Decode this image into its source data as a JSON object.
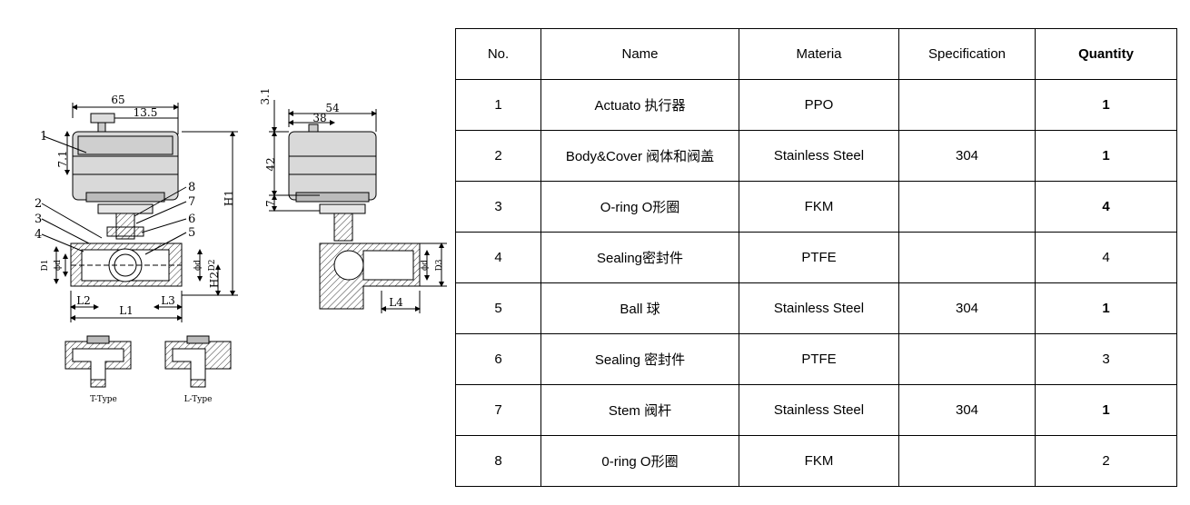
{
  "drawing": {
    "dims": {
      "left_width": "65",
      "left_offset": "13.5",
      "actuator_height": "7.1",
      "h1": "H1",
      "h2": "H2",
      "d1": "D1",
      "d2": "D2",
      "phi_d": "ϕd",
      "l1": "L1",
      "l2": "L2",
      "l3": "L3",
      "right_width": "54",
      "right_offset": "38",
      "top_gap": "3.1",
      "body_height": "42",
      "neck": "7",
      "d3": "D3",
      "l4": "L4"
    },
    "callouts": [
      "1",
      "2",
      "3",
      "4",
      "5",
      "6",
      "7",
      "8"
    ],
    "variants": [
      "T-Type",
      "L-Type"
    ]
  },
  "table": {
    "headers": [
      "No.",
      "Name",
      "Materia",
      "Specification",
      "Quantity"
    ],
    "rows": [
      {
        "no": "1",
        "name": "Actuato 执行器",
        "material": "PPO",
        "spec": "",
        "qty": "1",
        "qty_bold": true
      },
      {
        "no": "2",
        "name": "Body&Cover 阀体和阀盖",
        "material": "Stainless Steel",
        "spec": "304",
        "qty": "1",
        "qty_bold": true
      },
      {
        "no": "3",
        "name": "O-ring O形圈",
        "material": "FKM",
        "spec": "",
        "qty": "4",
        "qty_bold": true
      },
      {
        "no": "4",
        "name": "Sealing密封件",
        "material": "PTFE",
        "spec": "",
        "qty": "4",
        "qty_bold": false
      },
      {
        "no": "5",
        "name": "Ball  球",
        "material": "Stainless Steel",
        "spec": "304",
        "qty": "1",
        "qty_bold": true
      },
      {
        "no": "6",
        "name": "Sealing 密封件",
        "material": "PTFE",
        "spec": "",
        "qty": "3",
        "qty_bold": false
      },
      {
        "no": "7",
        "name": "Stem   阀杆",
        "material": "Stainless Steel",
        "spec": "304",
        "qty": "1",
        "qty_bold": true
      },
      {
        "no": "8",
        "name": "0-ring  O形圈",
        "material": "FKM",
        "spec": "",
        "qty": "2",
        "qty_bold": false
      }
    ]
  }
}
